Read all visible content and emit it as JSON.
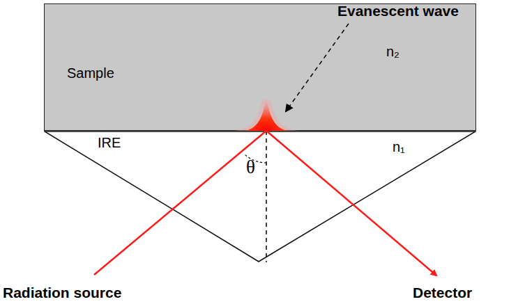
{
  "diagram": {
    "nodes": [
      {
        "text": [
          "Sample",
          "n₂"
        ]
      },
      {
        "text": [
          "IRE",
          "n₁"
        ]
      }
    ],
    "labels": [
      "Evanescent wave",
      "θ",
      "Radiation source",
      "Detector"
    ]
  }
}
